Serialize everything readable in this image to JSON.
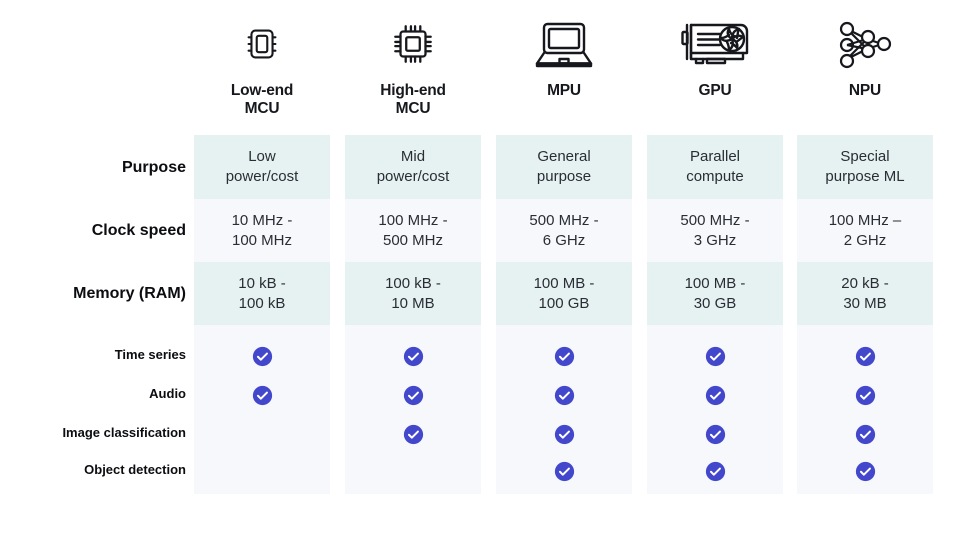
{
  "table": {
    "columns": [
      {
        "icon": "microcontroller-chip-icon",
        "label": "Low-end\nMCU"
      },
      {
        "icon": "microprocessor-chip-icon",
        "label": "High-end\nMCU"
      },
      {
        "icon": "laptop-icon",
        "label": "MPU"
      },
      {
        "icon": "graphics-card-icon",
        "label": "GPU"
      },
      {
        "icon": "neural-network-icon",
        "label": "NPU"
      }
    ],
    "spec_rows": [
      {
        "label": "Purpose",
        "band": "teal",
        "values": [
          "Low\npower/cost",
          "Mid\npower/cost",
          "General\npurpose",
          "Parallel\ncompute",
          "Special\npurpose ML"
        ]
      },
      {
        "label": "Clock speed",
        "band": "pale",
        "values": [
          "10 MHz -\n100 MHz",
          "100 MHz -\n500 MHz",
          "500 MHz -\n6 GHz",
          "500 MHz -\n3 GHz",
          "100 MHz –\n2 GHz"
        ]
      },
      {
        "label": "Memory (RAM)",
        "band": "teal",
        "values": [
          "10 kB -\n100 kB",
          "100 kB -\n10 MB",
          "100 MB -\n100 GB",
          "100 MB -\n30 GB",
          "20 kB -\n30 MB"
        ]
      }
    ],
    "capability_rows": [
      {
        "label": "Time series",
        "checks": [
          true,
          true,
          true,
          true,
          true
        ]
      },
      {
        "label": "Audio",
        "checks": [
          true,
          true,
          true,
          true,
          true
        ]
      },
      {
        "label": "Image classification",
        "checks": [
          false,
          true,
          true,
          true,
          true
        ]
      },
      {
        "label": "Object detection",
        "checks": [
          false,
          false,
          true,
          true,
          true
        ]
      }
    ]
  },
  "colors": {
    "band_teal": "#e5f2f1",
    "band_pale": "#f7f8fc",
    "check_fill": "#4247cb",
    "check_glyph": "#ffffff",
    "text": "#16181d",
    "page_background": "#ffffff"
  }
}
